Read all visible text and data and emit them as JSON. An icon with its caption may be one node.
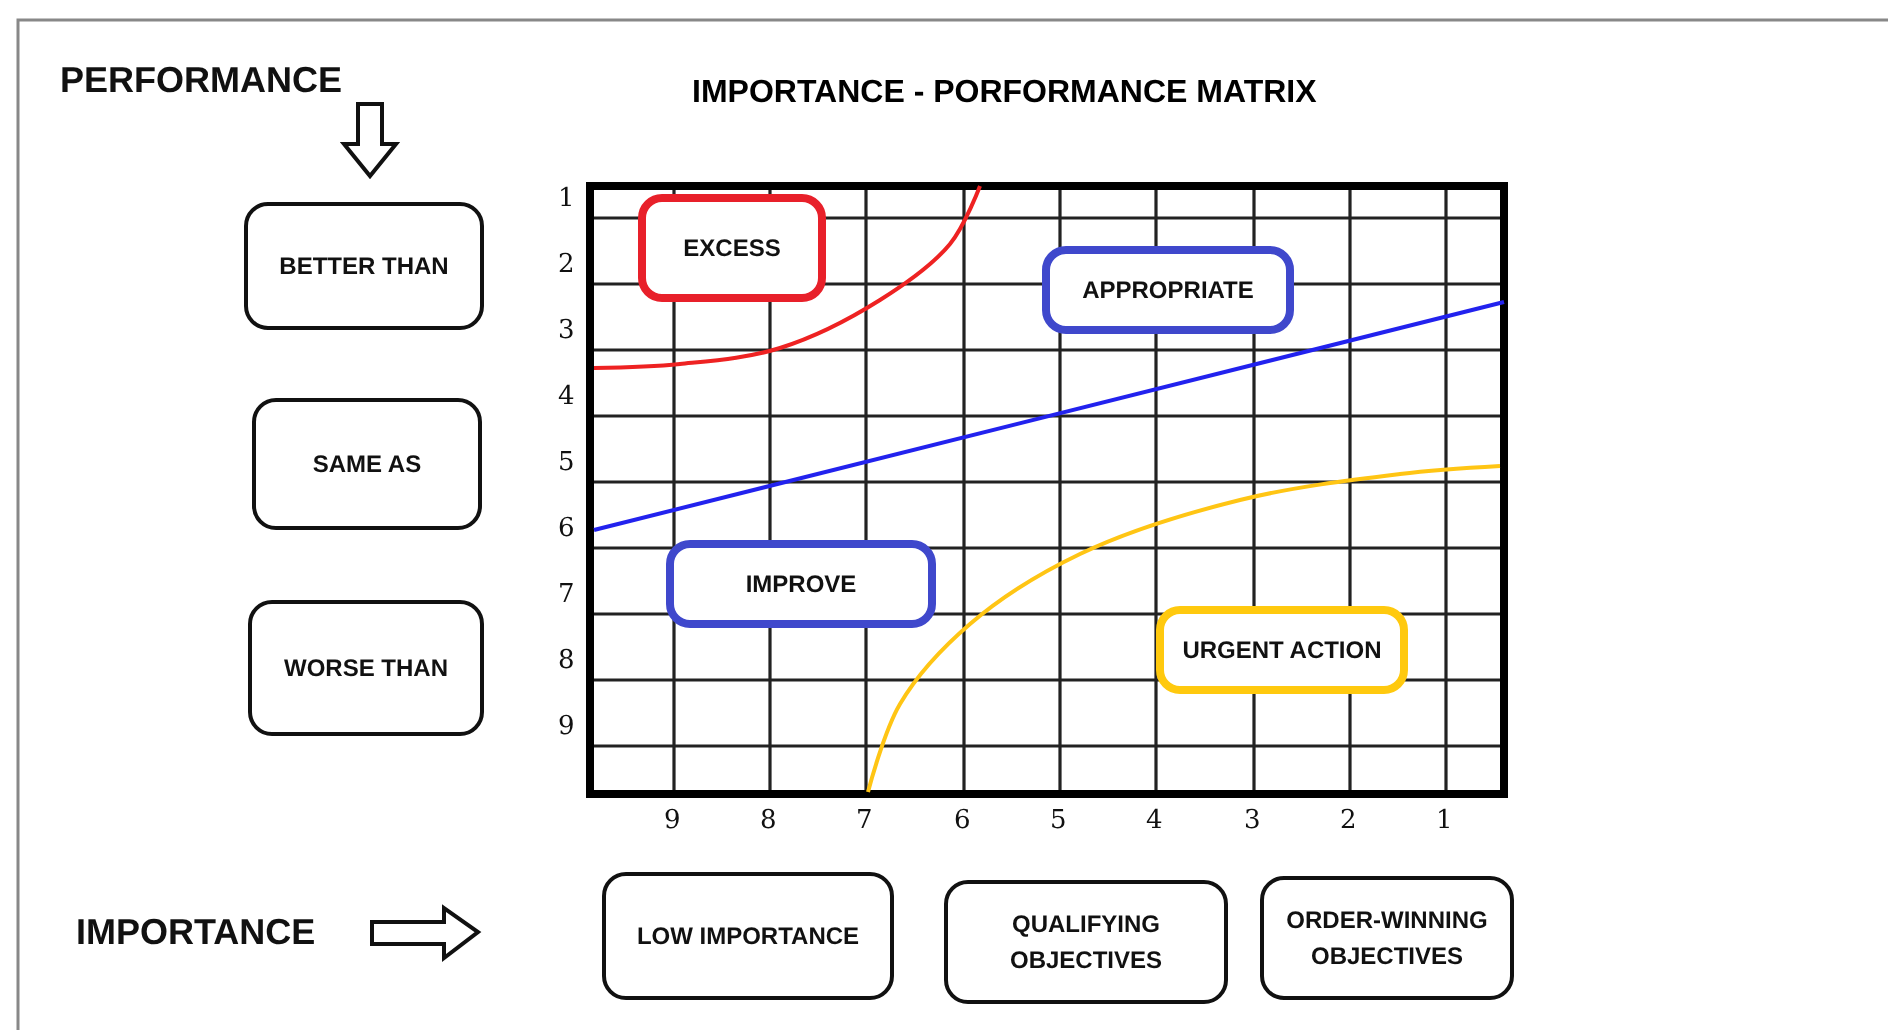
{
  "diagram": {
    "title": "IMPORTANCE - PORFORMANCE MATRIX",
    "nodes": [
      {
        "text": [
          "BETTER THAN"
        ]
      },
      {
        "text": [
          "SAME AS"
        ]
      },
      {
        "text": [
          "WORSE THAN"
        ]
      },
      {
        "text": [
          "EXCESS"
        ]
      },
      {
        "text": [
          "APPROPRIATE"
        ]
      },
      {
        "text": [
          "IMPROVE"
        ]
      },
      {
        "text": [
          "URGENT ACTION"
        ]
      },
      {
        "text": [
          "LOW IMPORTANCE"
        ]
      },
      {
        "text": [
          "QUALIFYING OBJECTIVES"
        ]
      },
      {
        "text": [
          "ORDER-WINNING OBJECTIVES"
        ]
      }
    ],
    "labels": [
      "PERFORMANCE",
      "1",
      "2",
      "3",
      "4",
      "5",
      "6",
      "7",
      "8",
      "9",
      "9",
      "8",
      "7",
      "6",
      "5",
      "4",
      "3",
      "2",
      "1",
      "IMPORTANCE"
    ]
  }
}
